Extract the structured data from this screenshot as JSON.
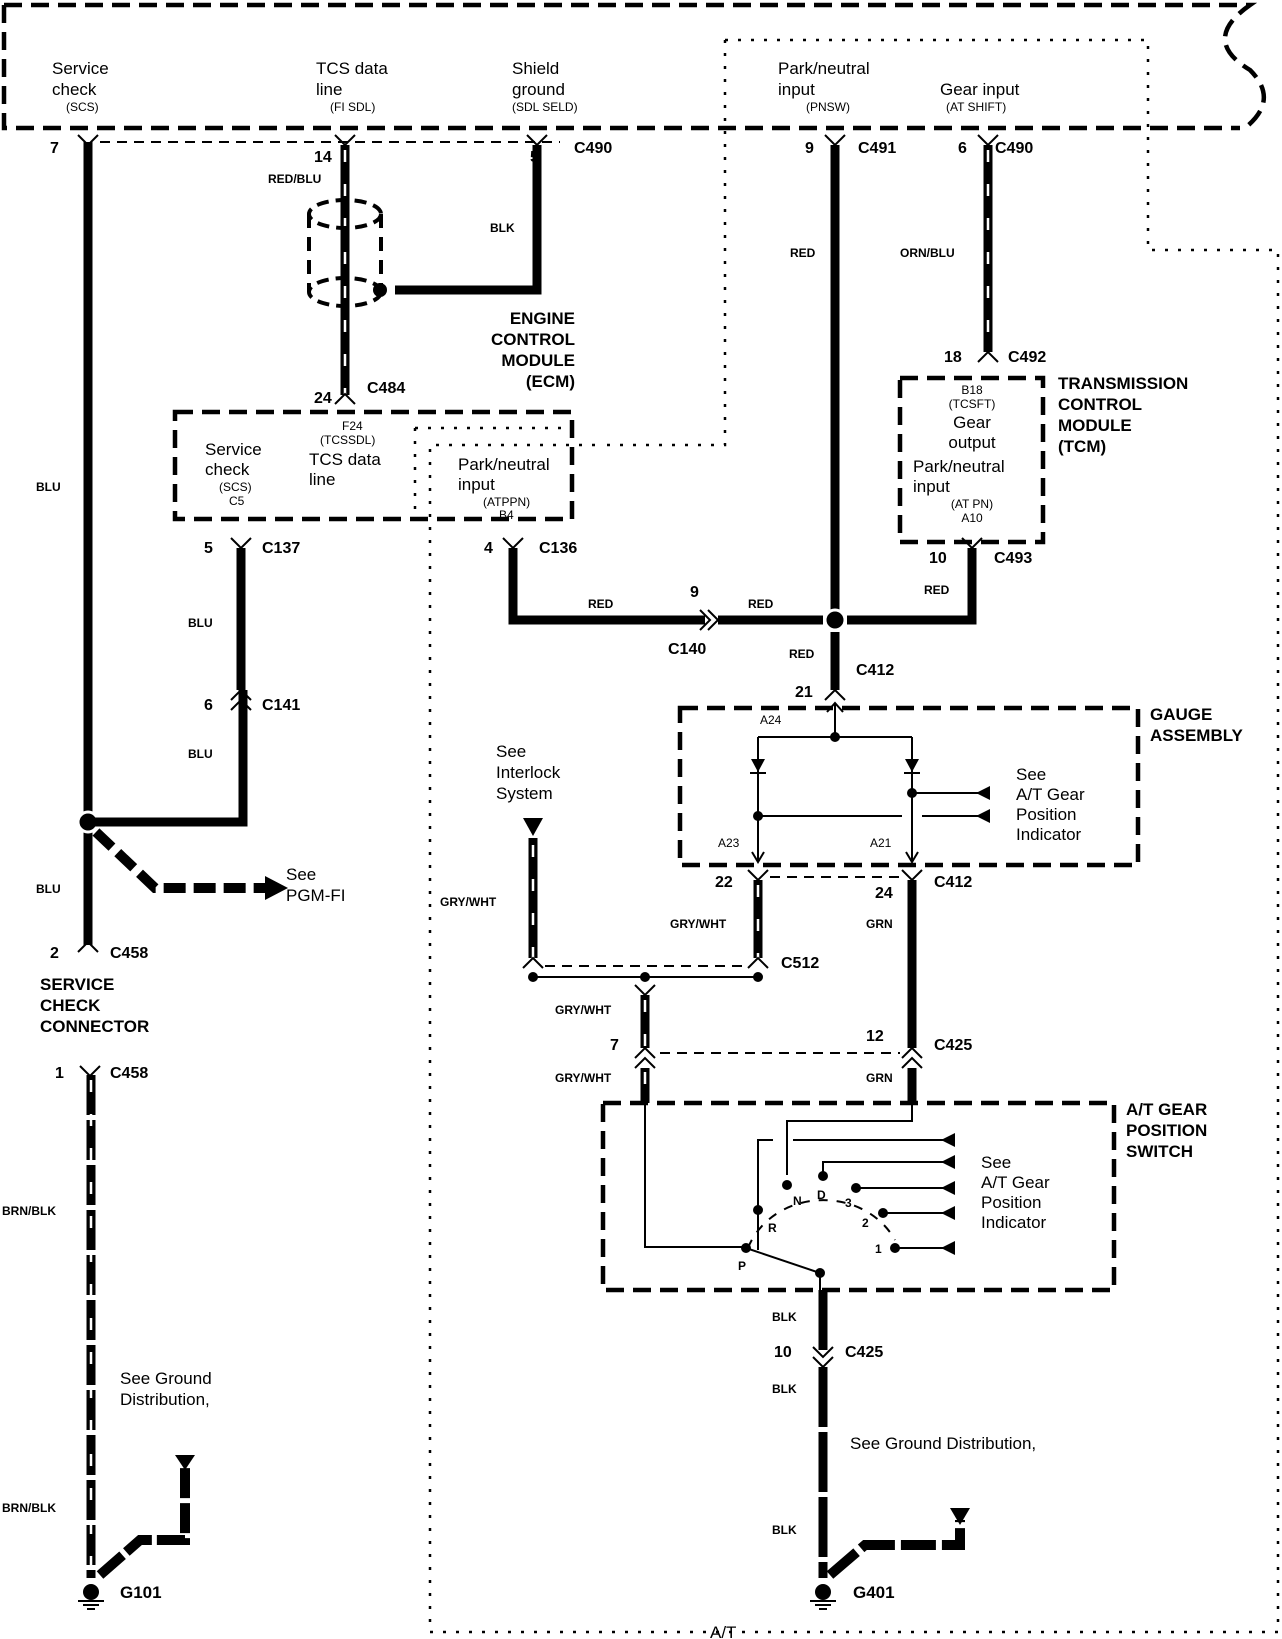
{
  "ecm_top": {
    "pins": [
      {
        "label_line1": "Service",
        "label_line2": "check",
        "code": "(SCS)",
        "pin": "7"
      },
      {
        "label_line1": "TCS data",
        "label_line2": "line",
        "code": "(FI SDL)",
        "pin": "14"
      },
      {
        "label_line1": "Shield",
        "label_line2": "ground",
        "code": "(SDL SELD)",
        "pin": "5",
        "connector": "C490"
      }
    ]
  },
  "tcm_top": {
    "pins": [
      {
        "label_line1": "Park/neutral",
        "label_line2": "input",
        "code": "(PNSW)",
        "pin": "9",
        "connector": "C491"
      },
      {
        "label_line1": "Gear input",
        "label_line2": "",
        "code": "(AT SHIFT)",
        "pin": "6",
        "connector": "C490"
      }
    ]
  },
  "wires": {
    "red_blu": "RED/BLU",
    "blk_shield": "BLK",
    "red_pnsw": "RED",
    "orn_blu": "ORN/BLU",
    "blu_main": "BLU",
    "blu_c137": "BLU",
    "blu_c141": "BLU",
    "blu_lower": "BLU",
    "red_c136": "RED",
    "red_c140": "RED",
    "red_c493": "RED",
    "red_c412": "RED",
    "gry_wht_interlock": "GRY/WHT",
    "gry_wht_c512": "GRY/WHT",
    "gry_wht_mid": "GRY/WHT",
    "gry_wht_c425": "GRY/WHT",
    "grn_c412": "GRN",
    "grn_c425": "GRN",
    "blk_switch": "BLK",
    "blk_c425": "BLK",
    "blk_g401": "BLK",
    "brn_blk_1": "BRN/BLK",
    "brn_blk_2": "BRN/BLK"
  },
  "ecm": {
    "title_lines": [
      "ENGINE",
      "CONTROL",
      "MODULE",
      "(ECM)"
    ],
    "c484_pin": "24",
    "c484": "C484",
    "box_left": {
      "line1": "Service",
      "line2": "check",
      "code": "(SCS)",
      "term": "C5"
    },
    "box_mid": {
      "term": "F24",
      "code": "(TCSSDL)",
      "line1": "TCS data",
      "line2": "line"
    },
    "box_right": {
      "line1": "Park/neutral",
      "line2": "input",
      "code": "(ATPPN)",
      "term": "B4"
    },
    "c137_pin": "5",
    "c137": "C137",
    "c136_pin": "4",
    "c136": "C136"
  },
  "tcm": {
    "title_lines": [
      "TRANSMISSION",
      "CONTROL",
      "MODULE",
      "(TCM)"
    ],
    "c492_pin": "18",
    "c492": "C492",
    "term_top": "B18",
    "code_top": "(TCSFT)",
    "line1": "Gear",
    "line2": "output",
    "line3": "Park/neutral",
    "line4": "input",
    "code_bottom": "(AT PN)",
    "term_bottom": "A10",
    "c493_pin": "10",
    "c493": "C493"
  },
  "connectors": {
    "c140_pin": "9",
    "c140": "C140",
    "c141_pin": "6",
    "c141": "C141",
    "c412_top_pin": "21",
    "c412": "C412",
    "c412_left_pin": "22",
    "c412_right_pin": "24",
    "c512": "C512",
    "c425_left_pin": "7",
    "c425_right_pin": "12",
    "c425": "C425",
    "c425_bottom_pin": "10",
    "c458_top_pin": "2",
    "c458_bottom_pin": "1",
    "c458": "C458"
  },
  "gauge": {
    "title_lines": [
      "GAUGE",
      "ASSEMBLY"
    ],
    "t_top": "A24",
    "t_left": "A23",
    "t_right": "A21",
    "ref_lines": [
      "See",
      "A/T Gear",
      "Position",
      "Indicator"
    ]
  },
  "interlock_ref": [
    "See",
    "Interlock",
    "System"
  ],
  "pgmfi_ref": [
    "See",
    "PGM-FI"
  ],
  "service_check_connector": [
    "SERVICE",
    "CHECK",
    "CONNECTOR"
  ],
  "gear_switch": {
    "title_lines": [
      "A/T GEAR",
      "POSITION",
      "SWITCH"
    ],
    "positions": [
      "P",
      "R",
      "N",
      "D",
      "3",
      "2",
      "1"
    ],
    "ref_lines": [
      "See",
      "A/T Gear",
      "Position",
      "Indicator"
    ]
  },
  "grounds": {
    "left_ref": [
      "See Ground",
      "Distribution,"
    ],
    "left_id": "G101",
    "right_ref": "See Ground Distribution,",
    "right_id": "G401"
  },
  "footer_label": "A/T"
}
